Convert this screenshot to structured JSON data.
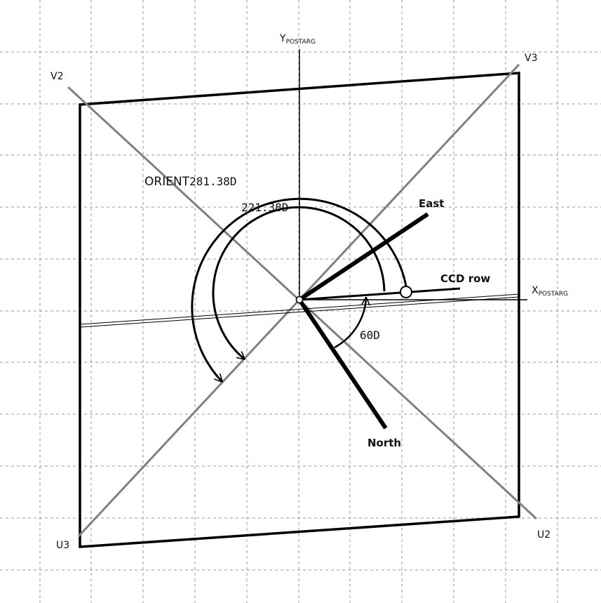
{
  "axes": {
    "y_postarg": {
      "main": "Y",
      "sub": "POSTARG"
    },
    "x_postarg": {
      "main": "X",
      "sub": "POSTARG"
    },
    "v2": "V2",
    "v3": "V3",
    "u2": "U2",
    "u3": "U3"
  },
  "vectors": {
    "east": "East",
    "north": "North",
    "ccd_row": "CCD row"
  },
  "angles": {
    "orient_prefix": "ORIENT",
    "orient_value": "281.38D",
    "inner_value": "221.38D",
    "north_angle": "60D"
  },
  "colors": {
    "heavy_line": "#000000",
    "diagonal_axis": "#808080",
    "grid": "#9a9a9a"
  }
}
